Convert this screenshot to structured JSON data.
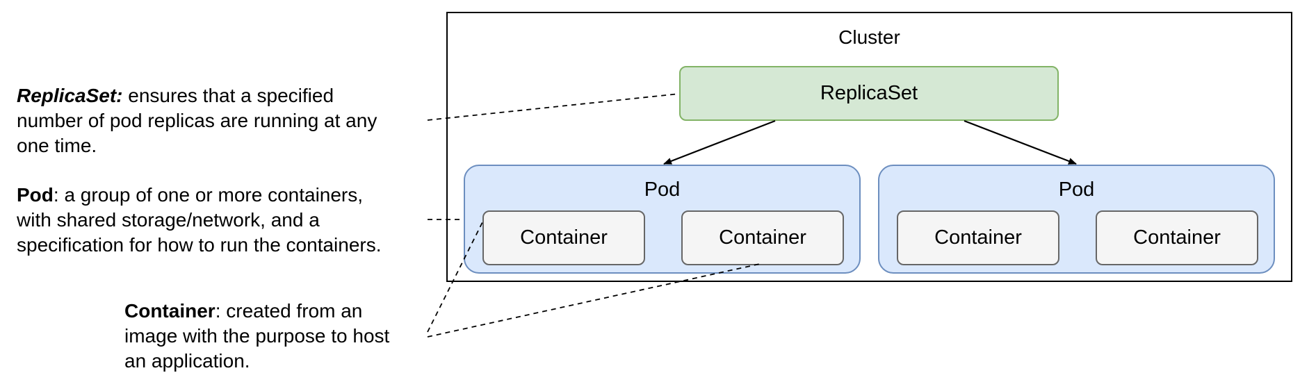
{
  "cluster": {
    "title": "Cluster"
  },
  "replicaset": {
    "label": "ReplicaSet"
  },
  "pods": [
    {
      "title": "Pod",
      "containers": [
        "Container",
        "Container"
      ]
    },
    {
      "title": "Pod",
      "containers": [
        "Container",
        "Container"
      ]
    }
  ],
  "notes": {
    "replicaset": {
      "term": "ReplicaSet",
      "sep": ":",
      "line1": " ensures that a specified",
      "line2": "number of pod replicas are running at any",
      "line3": "one time."
    },
    "pod": {
      "term": "Pod",
      "line1": ": a group of one or more containers,",
      "line2": "with shared storage/network, and a",
      "line3": "specification for how to run the containers."
    },
    "container": {
      "term": "Container",
      "line1": ": created from an",
      "line2": "image with the purpose to host",
      "line3": "an application."
    }
  },
  "colors": {
    "replicaset_fill": "#d5e8d4",
    "replicaset_stroke": "#82b366",
    "pod_fill": "#dae8fc",
    "pod_stroke": "#6c8ebf",
    "container_fill": "#f5f5f5",
    "container_stroke": "#666666"
  }
}
